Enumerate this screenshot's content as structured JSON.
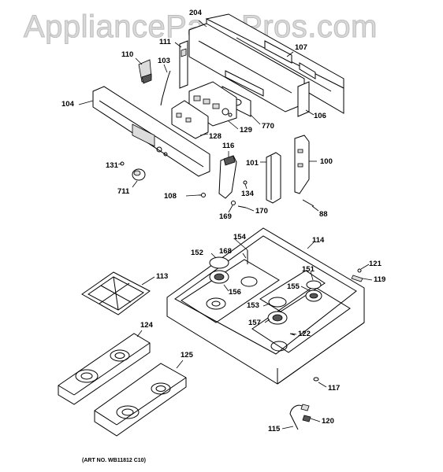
{
  "watermark": "AppliancePartsPros.com",
  "art_number": "(ART NO. WB11812 C10)",
  "callouts": {
    "c204": "204",
    "c111": "111",
    "c107": "107",
    "c110": "110",
    "c103": "103",
    "c104": "104",
    "c106": "106",
    "c129": "129",
    "c770": "770",
    "c128": "128",
    "c116": "116",
    "c131": "131",
    "c101": "101",
    "c100": "100",
    "c711": "711",
    "c108": "108",
    "c134": "134",
    "c169": "169",
    "c170": "170",
    "c88": "88",
    "c154": "154",
    "c114": "114",
    "c152": "152",
    "c168": "168",
    "c151": "151",
    "c121": "121",
    "c113": "113",
    "c119": "119",
    "c155": "155",
    "c156": "156",
    "c153": "153",
    "c157": "157",
    "c122": "122",
    "c124": "124",
    "c125": "125",
    "c117": "117",
    "c120": "120",
    "c115": "115"
  }
}
